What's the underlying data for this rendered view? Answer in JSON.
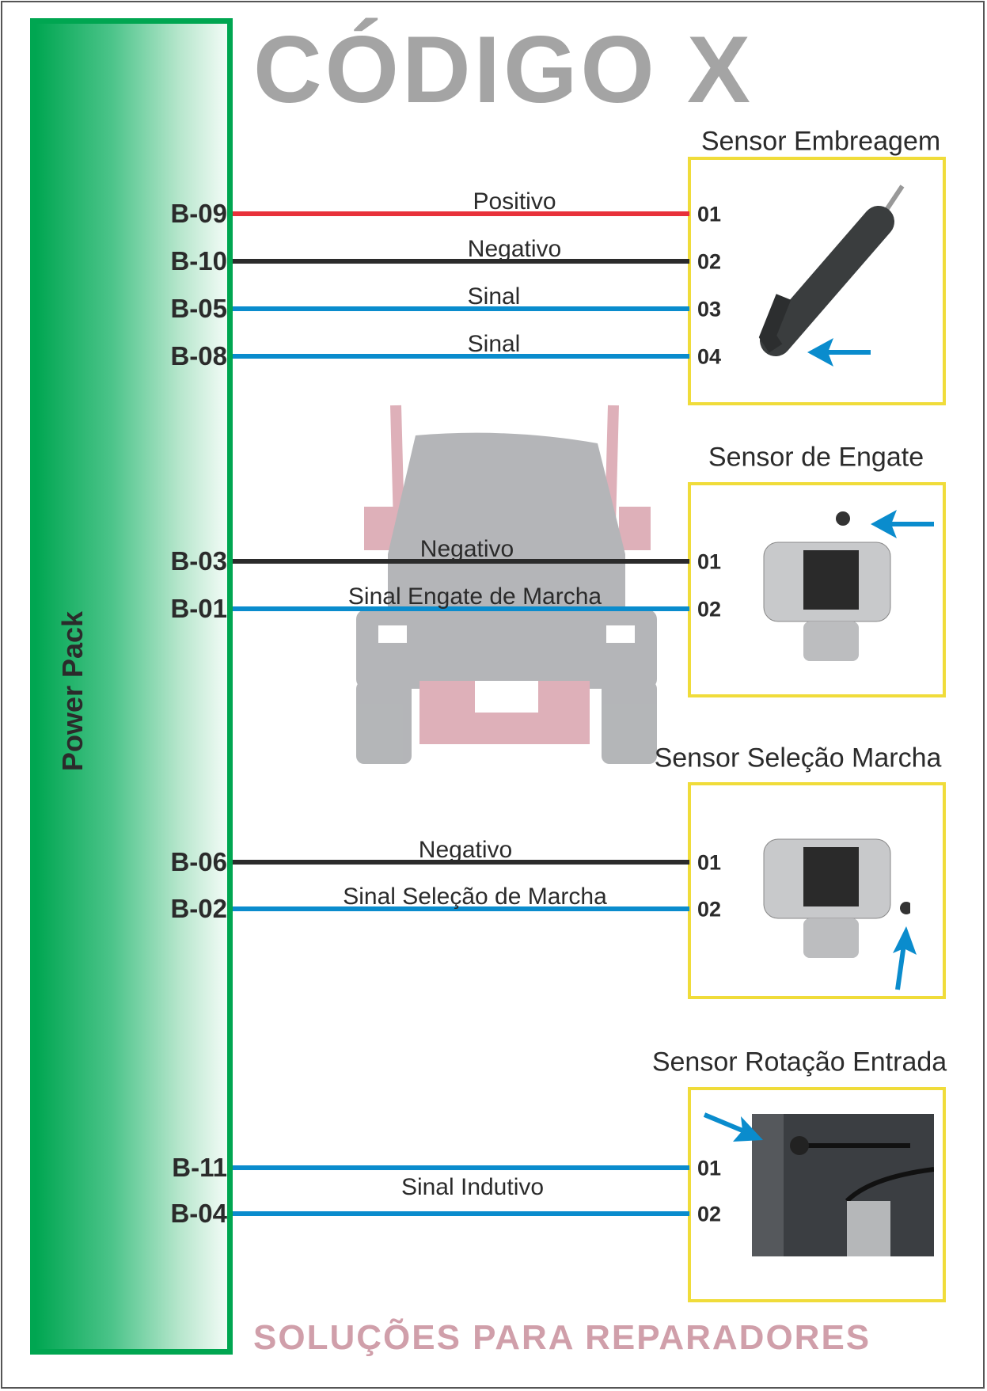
{
  "power_pack": {
    "label": "Power Pack"
  },
  "watermark": {
    "brand": "CÓDIGO X",
    "tagline": "SOLUÇÕES PARA REPARADORES"
  },
  "colors": {
    "positivo": "#e8313a",
    "negativo": "#2b2b2b",
    "sinal": "#0a8ccd",
    "box": "#f0dc3a",
    "power_pack": "#00a651"
  },
  "sensors": [
    {
      "title": "Sensor Embreagem",
      "wires": [
        {
          "ecu_pin": "B-09",
          "label": "Positivo",
          "pin": "01",
          "color": "positivo"
        },
        {
          "ecu_pin": "B-10",
          "label": "Negativo",
          "pin": "02",
          "color": "negativo"
        },
        {
          "ecu_pin": "B-05",
          "label": "Sinal",
          "pin": "03",
          "color": "sinal"
        },
        {
          "ecu_pin": "B-08",
          "label": "Sinal",
          "pin": "04",
          "color": "sinal"
        }
      ]
    },
    {
      "title": "Sensor de Engate",
      "wires": [
        {
          "ecu_pin": "B-03",
          "label": "Negativo",
          "pin": "01",
          "color": "negativo"
        },
        {
          "ecu_pin": "B-01",
          "label": "Sinal Engate de Marcha",
          "pin": "02",
          "color": "sinal"
        }
      ]
    },
    {
      "title": "Sensor Seleção Marcha",
      "wires": [
        {
          "ecu_pin": "B-06",
          "label": "Negativo",
          "pin": "01",
          "color": "negativo"
        },
        {
          "ecu_pin": "B-02",
          "label": "Sinal Seleção de Marcha",
          "pin": "02",
          "color": "sinal"
        }
      ]
    },
    {
      "title": "Sensor Rotação Entrada",
      "wires": [
        {
          "ecu_pin": "B-11",
          "label": "",
          "pin": "01",
          "color": "sinal"
        },
        {
          "ecu_pin": "B-04",
          "label": "Sinal Indutivo",
          "pin": "02",
          "color": "sinal"
        }
      ]
    }
  ]
}
